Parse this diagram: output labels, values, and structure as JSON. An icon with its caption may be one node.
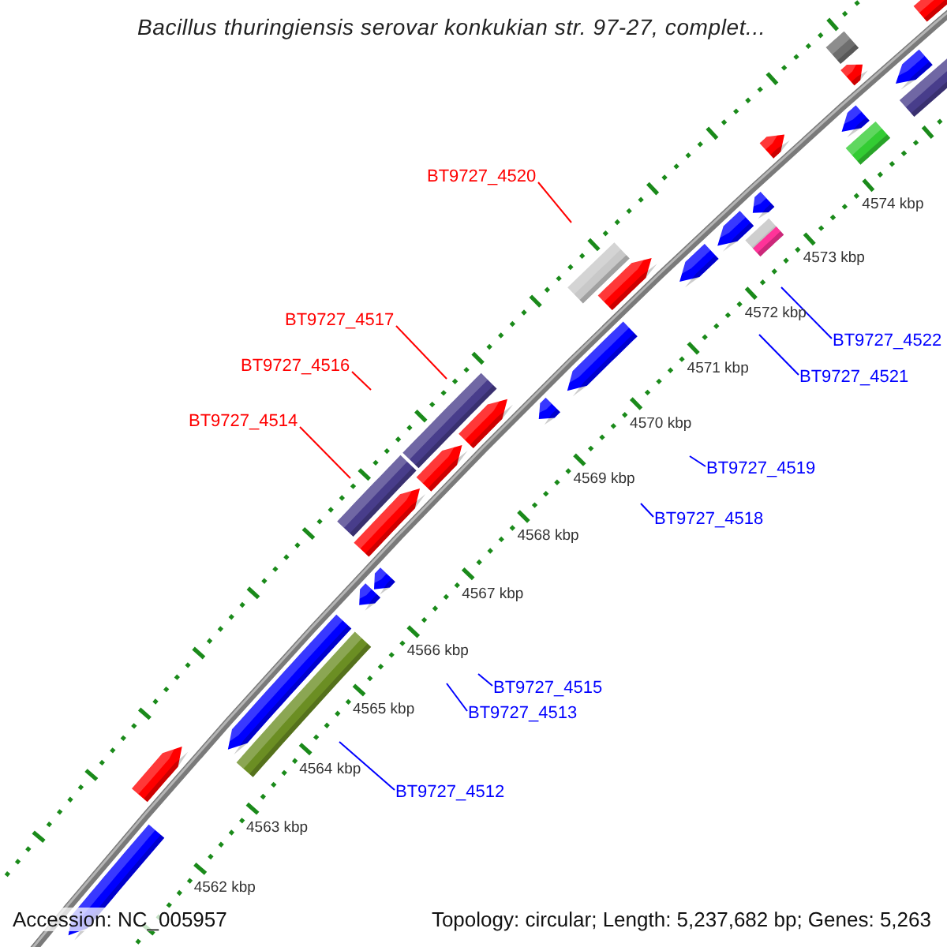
{
  "diagram": {
    "title": "Bacillus thuringiensis serovar konkukian str. 97-27, complet...",
    "nodes": [
      {
        "text": [
          "BT9727_4520"
        ]
      },
      {
        "text": [
          "BT9727_4517"
        ]
      },
      {
        "text": [
          "BT9727_4522"
        ]
      },
      {
        "text": [
          "BT9727_4516"
        ]
      },
      {
        "text": [
          "BT9727_4521"
        ]
      },
      {
        "text": [
          "BT9727_4514"
        ]
      },
      {
        "text": [
          "BT9727_4519"
        ]
      },
      {
        "text": [
          "BT9727_4518"
        ]
      },
      {
        "text": [
          "BT9727_4515"
        ]
      },
      {
        "text": [
          "BT9727_4513"
        ]
      },
      {
        "text": [
          "BT9727_4512"
        ]
      }
    ],
    "edges": [
      {
        "from": 0,
        "to": null,
        "arrow": "none",
        "color": "#ff0000"
      },
      {
        "from": 1,
        "to": null,
        "arrow": "none",
        "color": "#ff0000"
      },
      {
        "from": 2,
        "to": null,
        "arrow": "none"
      },
      {
        "from": 3,
        "to": null,
        "arrow": "none",
        "color": "#ff0000"
      },
      {
        "from": 4,
        "to": null,
        "arrow": "none"
      },
      {
        "from": 5,
        "to": null,
        "arrow": "none",
        "color": "#ff0000"
      },
      {
        "from": 6,
        "to": null,
        "arrow": "none"
      },
      {
        "from": 7,
        "to": null,
        "arrow": "none"
      },
      {
        "from": 8,
        "to": null,
        "arrow": "none"
      },
      {
        "from": 9,
        "to": null,
        "arrow": "none"
      },
      {
        "from": 10,
        "to": null,
        "arrow": "none"
      }
    ],
    "labels": [
      "4574 kbp",
      "4573 kbp",
      "4572 kbp",
      "4571 kbp",
      "4570 kbp",
      "4569 kbp",
      "4568 kbp",
      "4567 kbp",
      "4566 kbp",
      "4565 kbp",
      "4564 kbp",
      "4563 kbp",
      "4562 kbp",
      "Accession: NC_005957",
      "Topology: circular; Length: 5,237,682 bp; Genes: 5,263"
    ]
  }
}
